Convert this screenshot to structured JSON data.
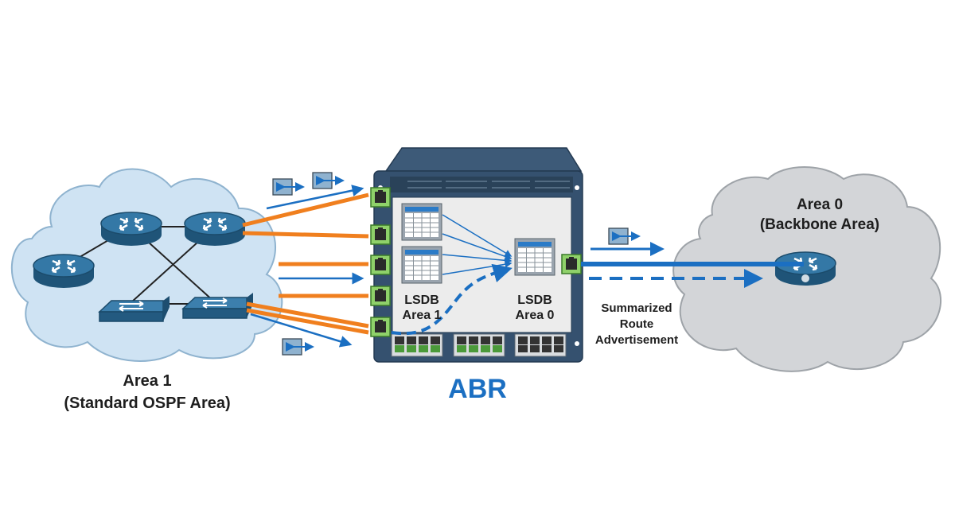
{
  "area1": {
    "title": "Area 1",
    "subtitle": "(Standard OSPF Area)"
  },
  "area0": {
    "title": "Area 0",
    "subtitle": "(Backbone Area)"
  },
  "abr": {
    "label": "ABR",
    "lsdb_area1": {
      "line1": "LSDB",
      "line2": "Area 1"
    },
    "lsdb_area0": {
      "line1": "LSDB",
      "line2": "Area 0"
    }
  },
  "summary": {
    "line1": "Summarized",
    "line2": "Route",
    "line3": "Advertisement"
  },
  "colors": {
    "link_orange": "#f07f1e",
    "flow_blue": "#1b6fc2",
    "device_blue": "#2d6a93",
    "port_green": "#8fd16a",
    "cloud_left": "#cfe3f3",
    "cloud_right": "#d3d5d8",
    "abr_label": "#1b6fc2"
  },
  "icons": [
    "router-icon",
    "switch-icon",
    "lsdb-table-icon",
    "ethernet-port-icon",
    "lsa-packet-icon"
  ]
}
